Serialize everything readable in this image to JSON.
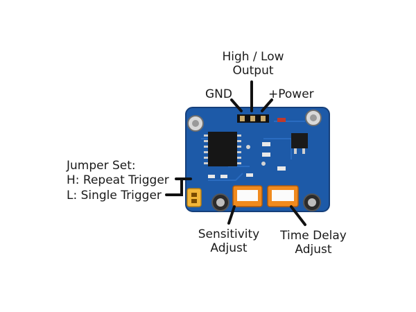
{
  "labels": {
    "output": "High / Low\nOutput",
    "gnd": "GND",
    "power": "+Power",
    "jumper_title": "Jumper Set:",
    "jumper_h": "H: Repeat Trigger",
    "jumper_l": "L: Single Trigger",
    "sensitivity": "Sensitivity\nAdjust",
    "time_delay": "Time Delay\nAdjust"
  },
  "colors": {
    "board": "#1d5aa8",
    "board_dark": "#153f7a",
    "trimpot_body": "#f08a1e",
    "trimpot_cap": "#fbfbfb",
    "jumper_cap": "#f2b63a",
    "leader_line": "#111111"
  }
}
